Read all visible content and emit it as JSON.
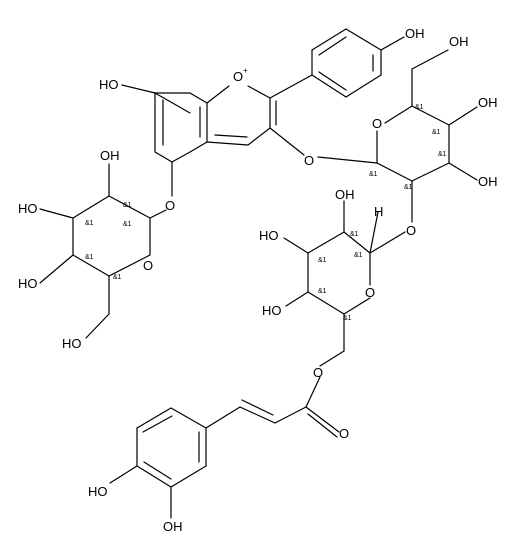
{
  "diagram_type": "chemical-structure",
  "colors": {
    "bond": "#000000",
    "label": "#000000",
    "background": "#ffffff"
  },
  "atom_labels": {
    "o_plus": "O",
    "charge": "+",
    "ho_chromene": "HO",
    "oh_phenyl": "OH",
    "o_bridge_c5": "O",
    "o_bridge_c3": "O",
    "o_bridge_sug": "O",
    "oh_glc1_2": "OH",
    "ho_glc1_3": "HO",
    "ho_glc1_4": "HO",
    "o_ring_glc1": "O",
    "ho_glc1_6": "HO",
    "oh_glc2_6": "OH",
    "oh_glc2_4": "OH",
    "o_ring_glc2": "O",
    "oh_glc2_3": "OH",
    "oh_glc3_2": "OH",
    "ho_glc3_3": "HO",
    "h_glc3_1": "H",
    "ho_glc3_4": "HO",
    "o_ring_glc3": "O",
    "o_ester": "O",
    "o_carbonyl": "O",
    "ho_caff_4": "HO",
    "oh_caff_3": "OH"
  },
  "stereo_label": "&1"
}
